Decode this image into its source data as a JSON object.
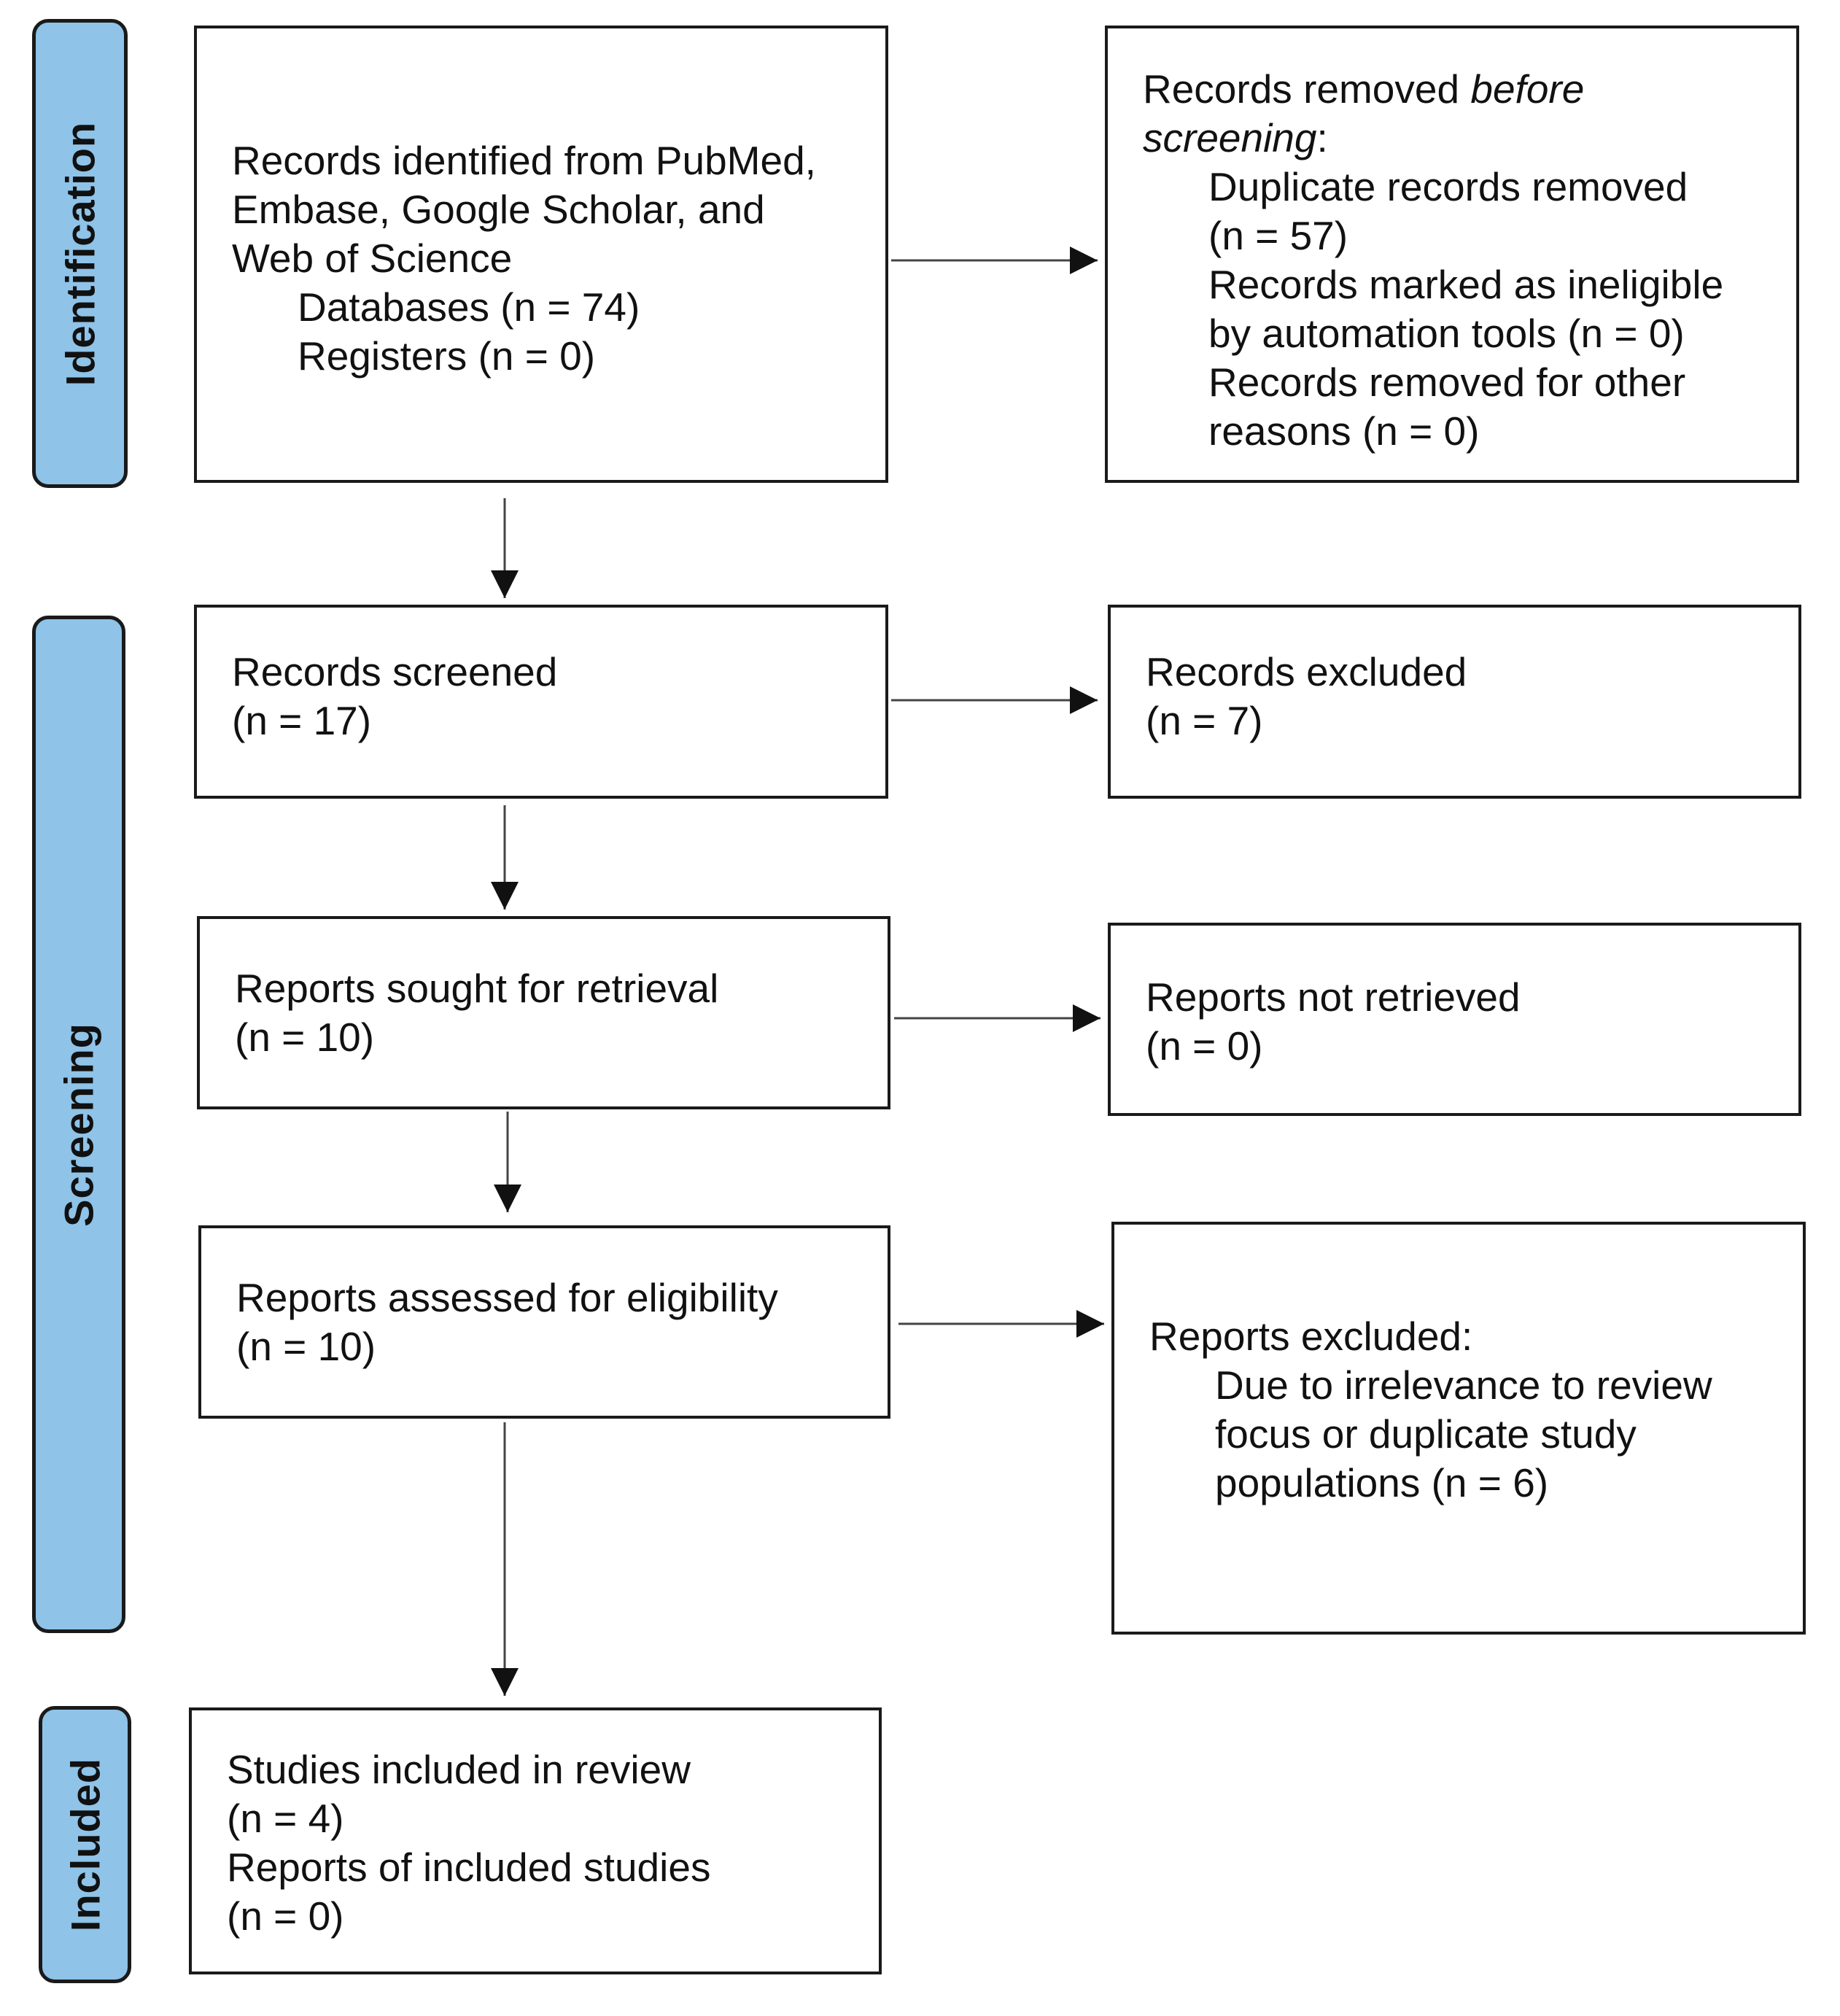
{
  "phases": {
    "identification": "Identification",
    "screening": "Screening",
    "included": "Included"
  },
  "identified": {
    "line1": "Records identified from PubMed,",
    "line2": "Embase, Google Scholar, and",
    "line3": "Web of Science",
    "databases": "Databases (n = 74)",
    "registers": "Registers (n = 0)"
  },
  "removed": {
    "title_a": "Records removed ",
    "title_b": "before",
    "title_c": "screening",
    ":": ":",
    "dup1": "Duplicate records removed",
    "dup2": "(n =  57)",
    "inel1": "Records marked as ineligible",
    "inel2": "by automation tools (n = 0)",
    "other1": "Records removed for other",
    "other2": "reasons (n = 0)"
  },
  "screened": {
    "label": "Records screened",
    "n": "(n = 17)"
  },
  "excluded": {
    "label": "Records excluded",
    "n": "(n = 7)"
  },
  "sought": {
    "label": "Reports sought for retrieval",
    "n": "(n = 10)"
  },
  "not_retrieved": {
    "label": "Reports not retrieved",
    "n": "(n = 0)"
  },
  "assessed": {
    "label": "Reports assessed for eligibility",
    "n": "(n = 10)"
  },
  "reports_excluded": {
    "label": "Reports excluded:",
    "r1": "Due to irrelevance to review",
    "r2": "focus or duplicate study",
    "r3": "populations (n = 6)"
  },
  "included": {
    "studies": "Studies included in review",
    "studies_n": "(n = 4)",
    "reports": "Reports of included studies",
    "reports_n": "(n = 0)"
  },
  "colors": {
    "phase_fill": "#8fc3e8",
    "border": "#1a1a1a"
  }
}
